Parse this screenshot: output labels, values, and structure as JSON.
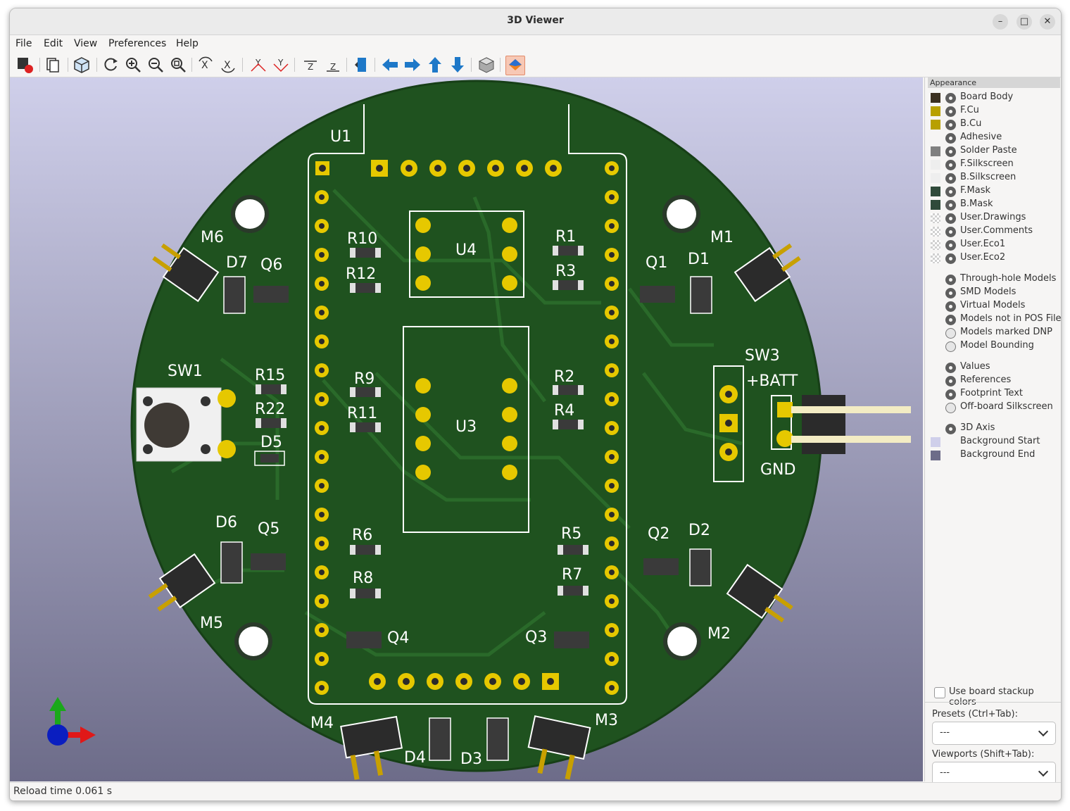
{
  "window": {
    "title": "3D Viewer",
    "minimize": "–",
    "maximize": "□",
    "close": "✕"
  },
  "menu": {
    "items": [
      "File",
      "Edit",
      "View",
      "Preferences",
      "Help"
    ]
  },
  "toolbar": {
    "icons": [
      "render-export-icon",
      "copy-icon",
      "view-fit-icon",
      "reload-icon",
      "zoom-in-icon",
      "zoom-out-icon",
      "zoom-fit-icon",
      "rotate-x-cw-icon",
      "rotate-x-ccw-icon",
      "rotate-y-cw-icon",
      "rotate-y-ccw-icon",
      "rotate-z-cw-icon",
      "rotate-z-ccw-icon",
      "flip-board-icon",
      "move-left-icon",
      "move-right-icon",
      "move-up-icon",
      "move-down-icon",
      "orthographic-icon",
      "raytracing-icon"
    ]
  },
  "board": {
    "references": [
      "U1",
      "U3",
      "U4",
      "R1",
      "R2",
      "R3",
      "R4",
      "R5",
      "R6",
      "R7",
      "R8",
      "R9",
      "R10",
      "R11",
      "R12",
      "R15",
      "R22",
      "Q1",
      "Q2",
      "Q3",
      "Q4",
      "Q5",
      "Q6",
      "D1",
      "D2",
      "D3",
      "D4",
      "D5",
      "D6",
      "D7",
      "M1",
      "M2",
      "M3",
      "M4",
      "M5",
      "M6",
      "SW1",
      "SW3"
    ],
    "plus_batt": "+BATT",
    "gnd": "GND",
    "colors": {
      "board": "#1e4d1e",
      "copper": "#c8b400",
      "silk": "#ffffff",
      "bg_start": "#cfcfea",
      "bg_end": "#6d6c89"
    }
  },
  "appearance": {
    "header": "Appearance",
    "layers": [
      {
        "name": "Board Body",
        "color": "#3b3020",
        "eye": "visible"
      },
      {
        "name": "F.Cu",
        "color": "#b8a000",
        "eye": "visible"
      },
      {
        "name": "B.Cu",
        "color": "#b8a000",
        "eye": "visible"
      },
      {
        "name": "Adhesive",
        "color": "",
        "eye": "visible"
      },
      {
        "name": "Solder Paste",
        "color": "#808080",
        "eye": "visible"
      },
      {
        "name": "F.Silkscreen",
        "color": "#eeeeee",
        "eye": "visible"
      },
      {
        "name": "B.Silkscreen",
        "color": "#eeeeee",
        "eye": "visible"
      },
      {
        "name": "F.Mask",
        "color": "#2f4a3a",
        "eye": "visible"
      },
      {
        "name": "B.Mask",
        "color": "#2f4a3a",
        "eye": "visible"
      },
      {
        "name": "User.Drawings",
        "color": "checker",
        "eye": "visible"
      },
      {
        "name": "User.Comments",
        "color": "checker",
        "eye": "visible"
      },
      {
        "name": "User.Eco1",
        "color": "checker",
        "eye": "visible"
      },
      {
        "name": "User.Eco2",
        "color": "checker",
        "eye": "visible"
      }
    ],
    "models": [
      {
        "name": "Through-hole Models",
        "eye": "visible"
      },
      {
        "name": "SMD Models",
        "eye": "visible"
      },
      {
        "name": "Virtual Models",
        "eye": "visible"
      },
      {
        "name": "Models not in POS File",
        "eye": "visible"
      },
      {
        "name": "Models marked DNP",
        "eye": "hidden"
      },
      {
        "name": "Model Bounding",
        "eye": "hidden"
      }
    ],
    "text": [
      {
        "name": "Values",
        "eye": "visible"
      },
      {
        "name": "References",
        "eye": "visible"
      },
      {
        "name": "Footprint Text",
        "eye": "visible"
      },
      {
        "name": "Off-board Silkscreen",
        "eye": "hidden"
      }
    ],
    "misc": [
      {
        "name": "3D Axis",
        "color": "",
        "eye": "visible"
      },
      {
        "name": "Background Start",
        "color": "#cfcfea",
        "eye": "none"
      },
      {
        "name": "Background End",
        "color": "#6d6c89",
        "eye": "none"
      }
    ],
    "use_stackup_colors": "Use board stackup colors",
    "presets_label": "Presets (Ctrl+Tab):",
    "presets_value": "---",
    "viewports_label": "Viewports (Shift+Tab):",
    "viewports_value": "---"
  },
  "status": {
    "text": "Reload time 0.061 s"
  }
}
